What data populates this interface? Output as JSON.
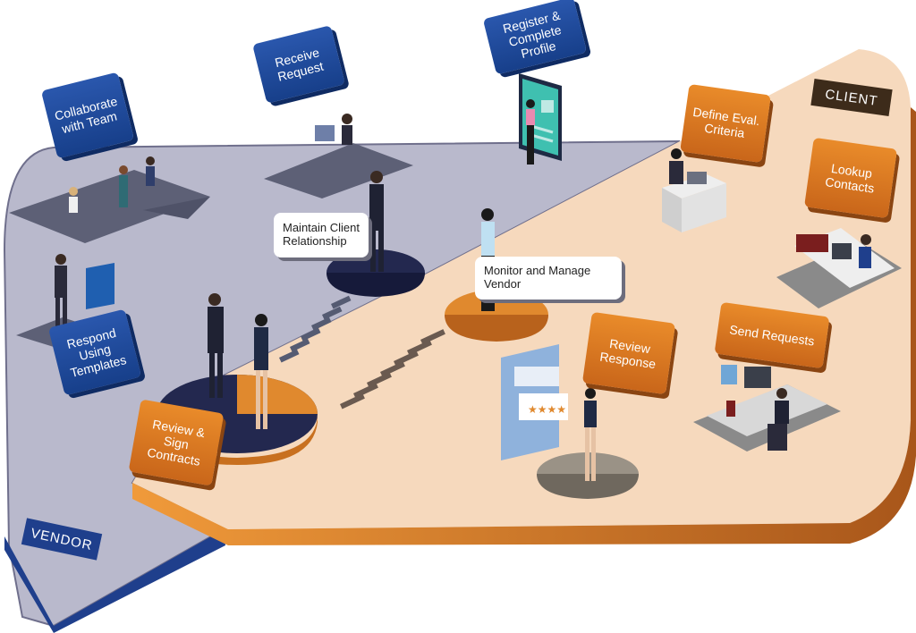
{
  "zones": {
    "vendor": "VENDOR",
    "client": "CLIENT"
  },
  "vendor_steps": {
    "collaborate": "Collaborate with Team",
    "receive": "Receive Request",
    "respond": "Respond Using Templates",
    "maintain": "Maintain Client Relationship"
  },
  "client_steps": {
    "register": "Register & Complete Profile",
    "define": "Define Eval. Criteria",
    "lookup": "Lookup Contacts",
    "send": "Send Requests",
    "review_response": "Review Response",
    "monitor": "Monitor and Manage Vendor",
    "review_sign": "Review & Sign Contracts"
  },
  "colors": {
    "vendor_floor": "#b9b9cc",
    "client_floor": "#f6d9bd",
    "client_edge": "#c9701f",
    "label_blue": "#1f4b9c",
    "label_orange": "#d9762a",
    "podium_navy": "#23284f",
    "podium_orange": "#e0892e"
  }
}
